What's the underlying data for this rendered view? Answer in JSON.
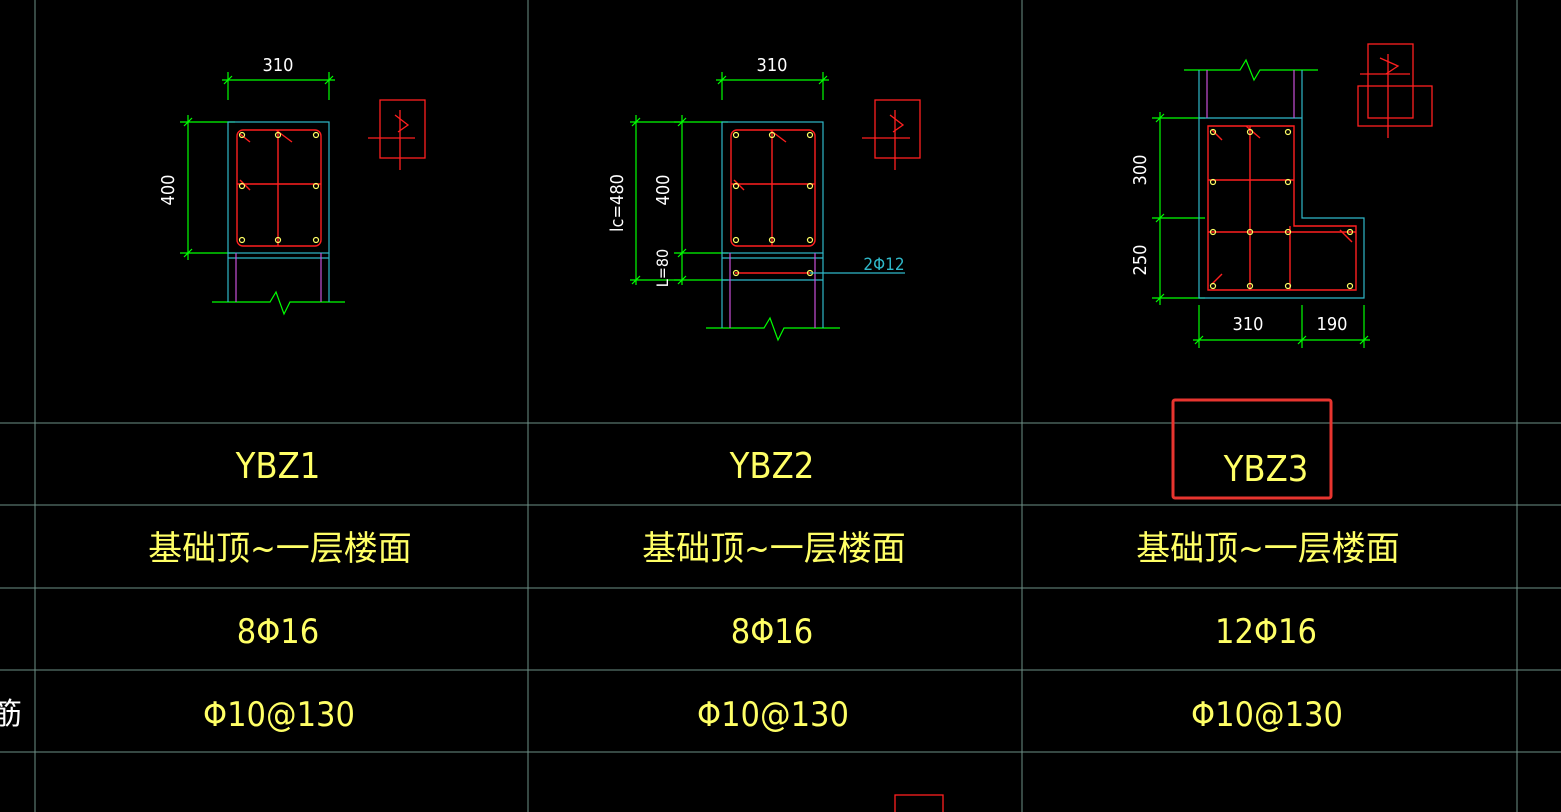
{
  "colors": {
    "background": "#000000",
    "grid": "#6d8f86",
    "green": "#00ff00",
    "cyan": "#2fb8c9",
    "red": "#ff1f1f",
    "yellow": "#ffff66",
    "magenta": "#c84fd8",
    "highlight": "#e8352f"
  },
  "row_label_fragment": "筋",
  "columns": [
    {
      "code": "YBZ1",
      "elevation": "基础顶~一层楼面",
      "longitudinal": "8Φ16",
      "stirrup": "Φ10@130",
      "dims": {
        "width": "310",
        "height": "400"
      }
    },
    {
      "code": "YBZ2",
      "elevation": "基础顶~一层楼面",
      "longitudinal": "8Φ16",
      "stirrup": "Φ10@130",
      "dims": {
        "width": "310",
        "height": "400",
        "lc": "lc=480",
        "l": "L=80",
        "extra_bars": "2Φ12"
      }
    },
    {
      "code": "YBZ3",
      "elevation": "基础顶~一层楼面",
      "longitudinal": "12Φ16",
      "stirrup": "Φ10@130",
      "dims": {
        "width": "310",
        "width2": "190",
        "height": "300",
        "height2": "250"
      }
    }
  ]
}
